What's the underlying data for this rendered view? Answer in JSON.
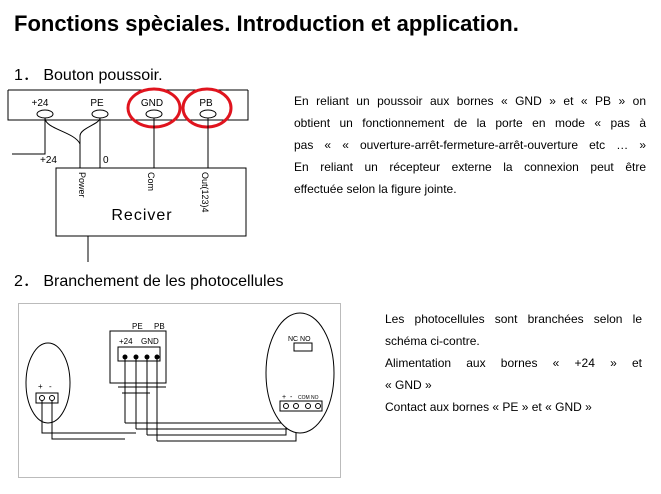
{
  "page": {
    "title": "Fonctions spèciales. Introduction et application."
  },
  "section1": {
    "number": "1．",
    "heading": "Bouton poussoir.",
    "lines": [
      "En reliant un poussoir aux bornes « GND » et « PB » on",
      "obtient un fonctionnement de la porte en mode «  pas à",
      "pas «  « ouverture-arrêt-fermeture-arrêt-ouverture etc … »",
      "En reliant un récepteur externe la connexion peut être",
      "effectuée selon la figure jointe."
    ],
    "diagram": {
      "terminal_labels": [
        "+24",
        "PE",
        "GND",
        "PB"
      ],
      "wire_labels": [
        "+24",
        "0"
      ],
      "receiver_pins": [
        "Power",
        "Com",
        "Out(123)4"
      ],
      "receiver_label": "Reciver",
      "highlight_color": "#e0141e"
    }
  },
  "section2": {
    "number": "2．",
    "heading": "Branchement de les photocellules",
    "lines": [
      "Les photocellules sont branchées selon le",
      "schéma ci-contre.",
      "Alimentation aux bornes « +24 » et",
      "« GND »",
      "Contact aux bornes « PE » et « GND »"
    ],
    "diagram": {
      "top_labels": [
        "PE",
        "PB"
      ],
      "bottom_labels": [
        "+24",
        "GND"
      ],
      "left_unit_labels": [
        "+",
        "-"
      ],
      "right_unit_top": "NC NO",
      "right_unit_bottom": [
        "+",
        "-",
        "COM NO"
      ]
    }
  }
}
